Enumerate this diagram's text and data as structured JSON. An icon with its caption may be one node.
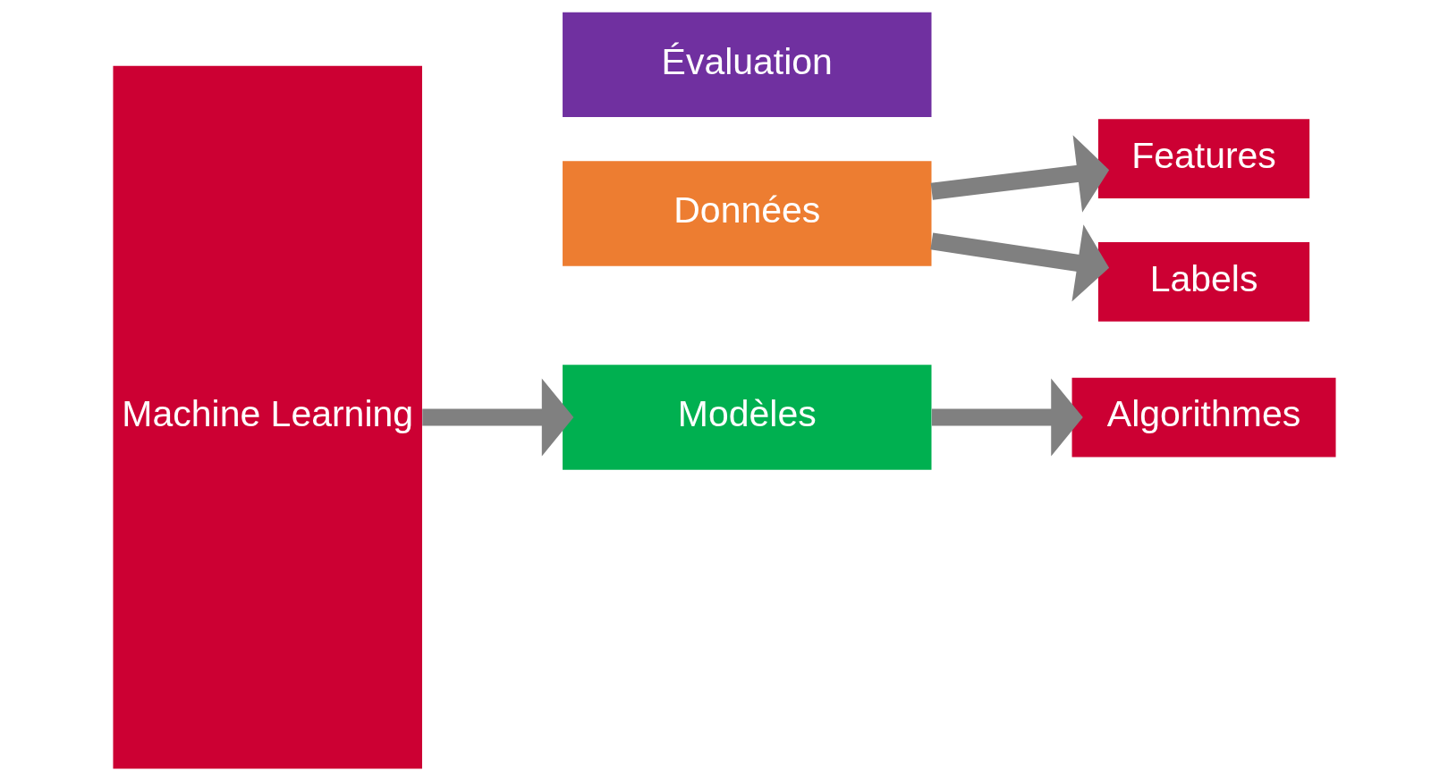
{
  "diagram": {
    "nodes": [
      {
        "text": [
          "Machine Learning"
        ]
      },
      {
        "text": [
          "Données"
        ]
      },
      {
        "text": [
          "Modèles"
        ]
      },
      {
        "text": [
          "Évaluation"
        ]
      },
      {
        "text": [
          "Features"
        ]
      },
      {
        "text": [
          "Labels"
        ]
      },
      {
        "text": [
          "Algorithmes"
        ]
      }
    ],
    "edges": [
      {
        "from": 0,
        "to": 2,
        "arrow": "to"
      },
      {
        "from": 1,
        "to": 4,
        "arrow": "to"
      },
      {
        "from": 1,
        "to": 5,
        "arrow": "to"
      },
      {
        "from": 2,
        "to": 6,
        "arrow": "to"
      }
    ]
  }
}
